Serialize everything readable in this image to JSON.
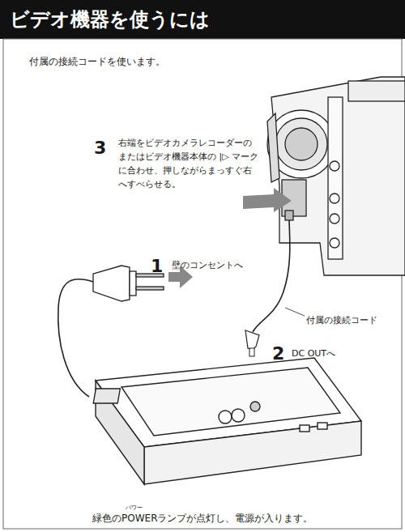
{
  "diagram": {
    "title": "ビデオ機器を使うには",
    "caption": "緑色のPOWERランプが点灯し、電源が入ります。",
    "labels": [
      "付属の接続コードを使います。",
      "3",
      "右端をビデオカメラレコーダーの またはビデオ機器本体の |▷ マーク に合わせ、押しながらまっすぐ右 へすべらせる。",
      "1",
      "壁のコンセントへ",
      "付属の接続コード",
      "2",
      "DC OUTへ",
      "パワー"
    ]
  }
}
